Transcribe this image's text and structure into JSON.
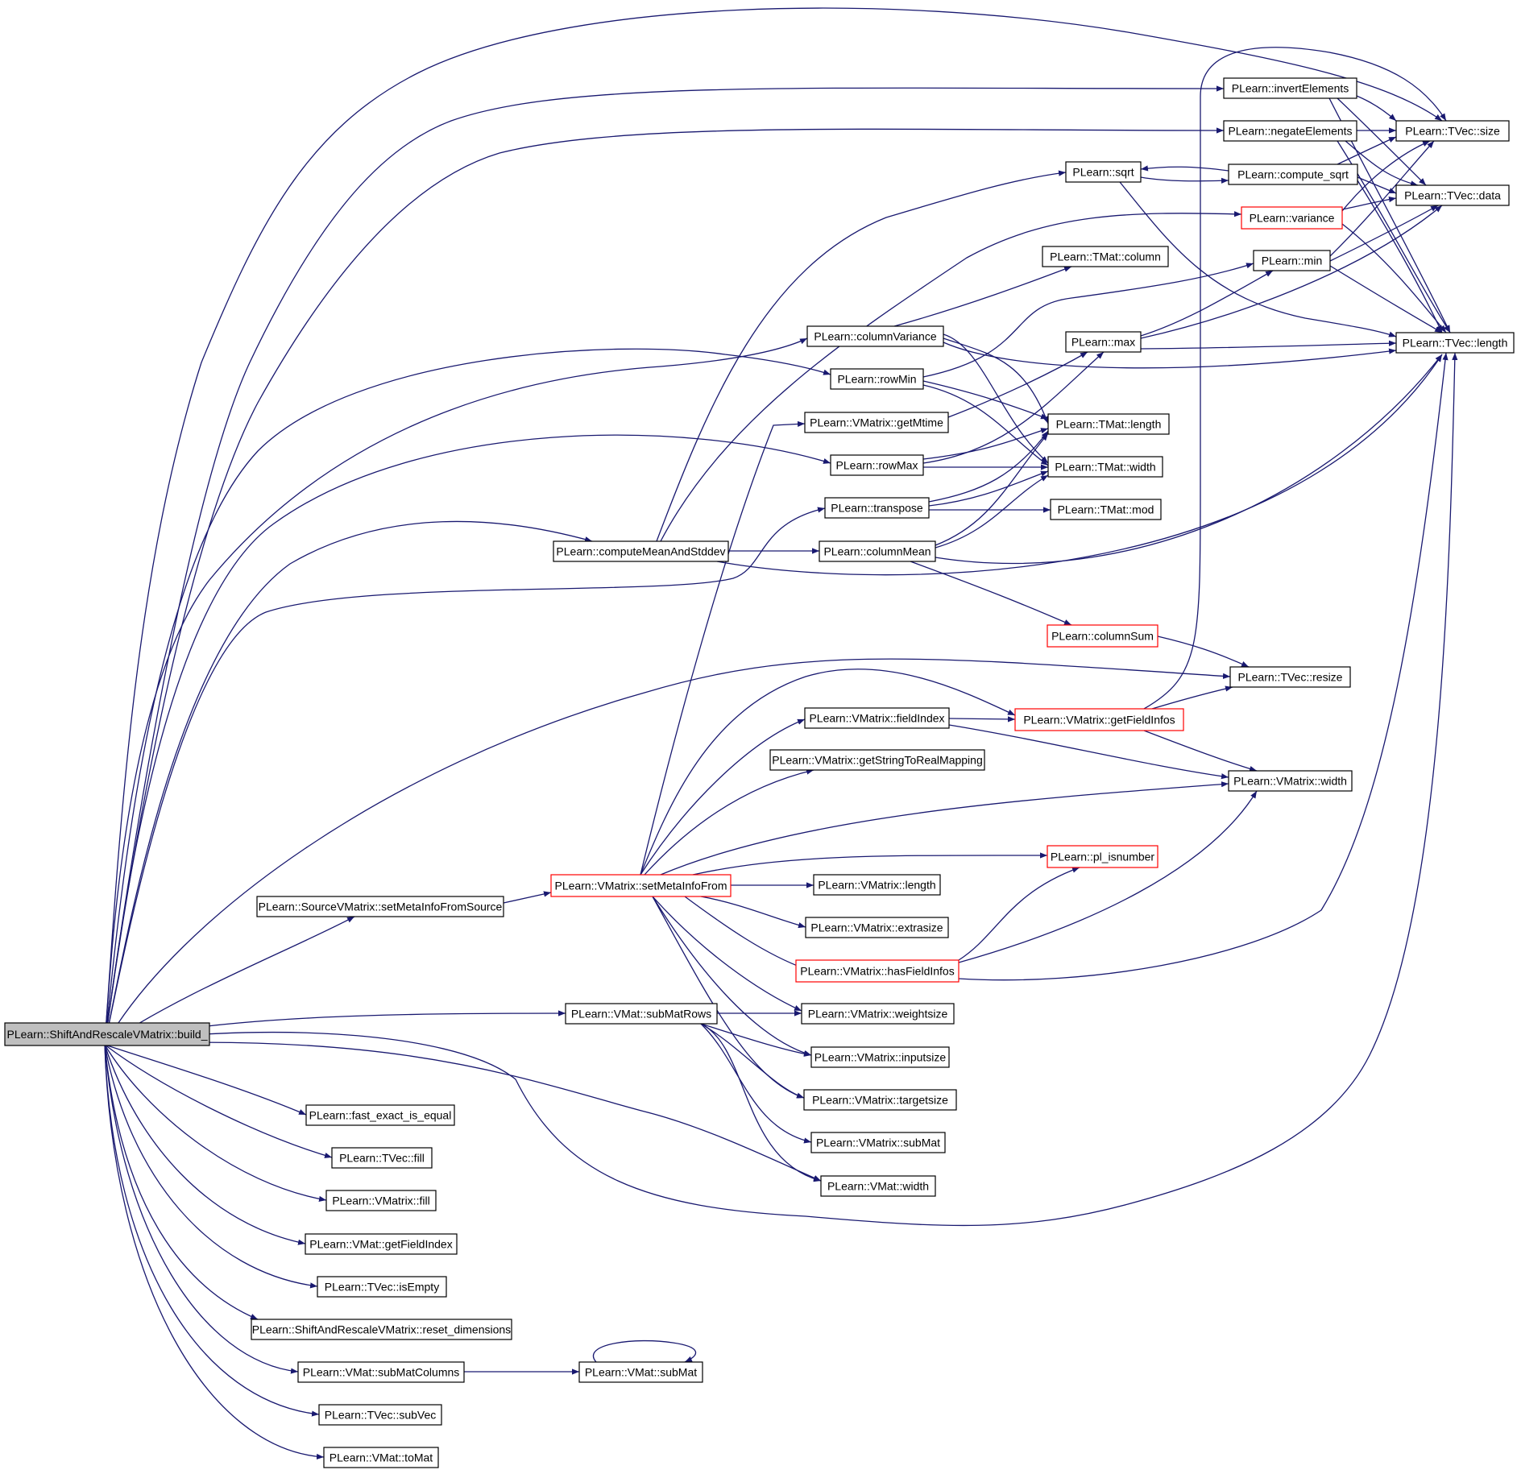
{
  "colors": {
    "edge": "#191970",
    "node_border": "#000000",
    "node_border_highlight": "#ff0000",
    "root_fill": "#bfbfbf",
    "background": "#ffffff"
  },
  "nodes": {
    "root": "PLearn::ShiftAndRescaleVMatrix::build_",
    "invertElements": "PLearn::invertElements",
    "negateElements": "PLearn::negateElements",
    "tvec_size": "PLearn::TVec::size",
    "sqrt": "PLearn::sqrt",
    "compute_sqrt": "PLearn::compute_sqrt",
    "tvec_data": "PLearn::TVec::data",
    "variance": "PLearn::variance",
    "tmat_column": "PLearn::TMat::column",
    "min": "PLearn::min",
    "columnVariance": "PLearn::columnVariance",
    "max": "PLearn::max",
    "tvec_length": "PLearn::TVec::length",
    "rowMin": "PLearn::rowMin",
    "getMtime": "PLearn::VMatrix::getMtime",
    "tmat_length": "PLearn::TMat::length",
    "rowMax": "PLearn::rowMax",
    "tmat_width": "PLearn::TMat::width",
    "transpose": "PLearn::transpose",
    "tmat_mod": "PLearn::TMat::mod",
    "computeMeanAndStddev": "PLearn::computeMeanAndStddev",
    "columnMean": "PLearn::columnMean",
    "columnSum": "PLearn::columnSum",
    "tvec_resize": "PLearn::TVec::resize",
    "fieldIndex": "PLearn::VMatrix::fieldIndex",
    "getFieldInfos": "PLearn::VMatrix::getFieldInfos",
    "getStringToRealMapping": "PLearn::VMatrix::getStringToRealMapping",
    "vmatrix_width": "PLearn::VMatrix::width",
    "pl_isnumber": "PLearn::pl_isnumber",
    "setMetaInfoFromSource": "PLearn::SourceVMatrix::setMetaInfoFromSource",
    "setMetaInfoFrom": "PLearn::VMatrix::setMetaInfoFrom",
    "vmatrix_length": "PLearn::VMatrix::length",
    "extrasize": "PLearn::VMatrix::extrasize",
    "hasFieldInfos": "PLearn::VMatrix::hasFieldInfos",
    "subMatRows": "PLearn::VMat::subMatRows",
    "weightsize": "PLearn::VMatrix::weightsize",
    "inputsize": "PLearn::VMatrix::inputsize",
    "targetsize": "PLearn::VMatrix::targetsize",
    "vmatrix_subMat": "PLearn::VMatrix::subMat",
    "vmat_width": "PLearn::VMat::width",
    "fast_exact_is_equal": "PLearn::fast_exact_is_equal",
    "tvec_fill": "PLearn::TVec::fill",
    "vmatrix_fill": "PLearn::VMatrix::fill",
    "getFieldIndex": "PLearn::VMat::getFieldIndex",
    "isEmpty": "PLearn::TVec::isEmpty",
    "reset_dimensions": "PLearn::ShiftAndRescaleVMatrix::reset_dimensions",
    "subMatColumns": "PLearn::VMat::subMatColumns",
    "vmat_subMat": "PLearn::VMat::subMat",
    "subVec": "PLearn::TVec::subVec",
    "toMat": "PLearn::VMat::toMat"
  }
}
